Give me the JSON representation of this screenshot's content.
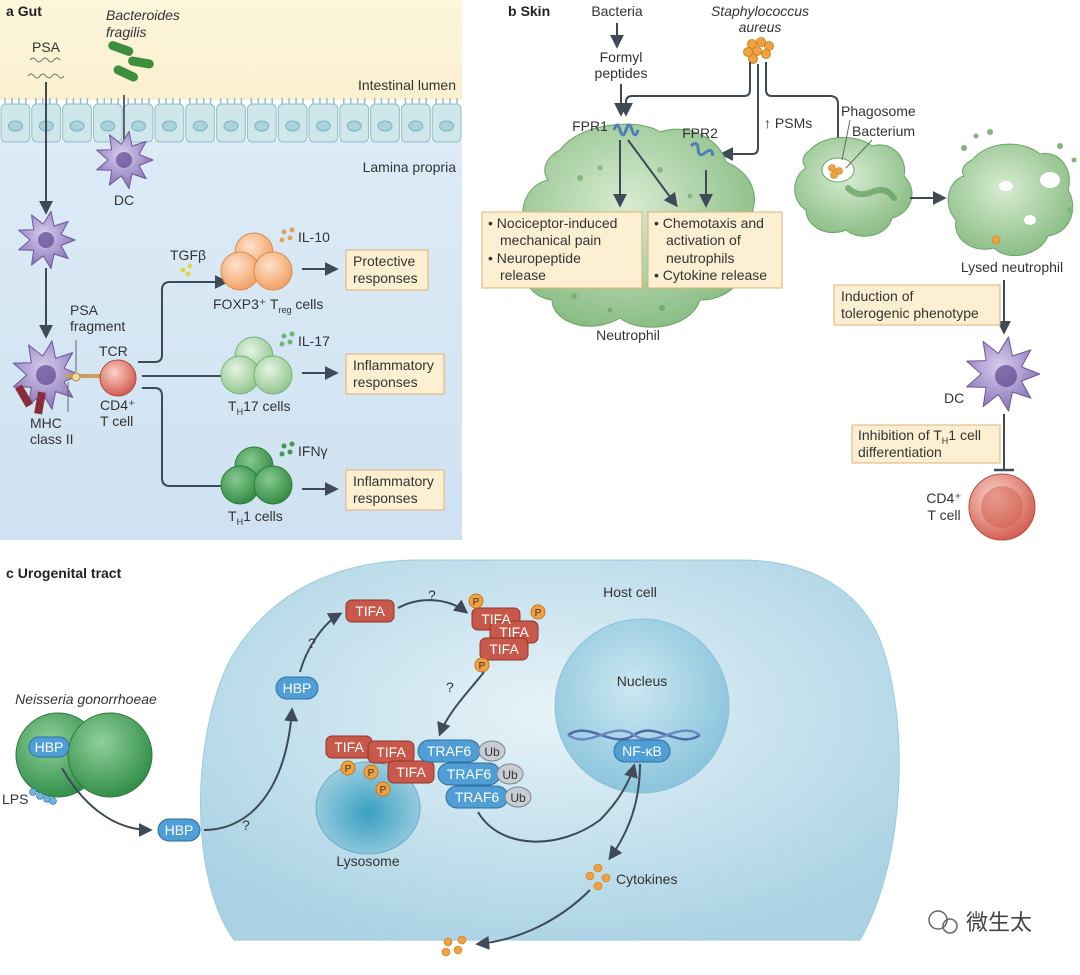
{
  "gut": {
    "panel_letter": "a",
    "panel_title": "Gut",
    "psa": "PSA",
    "bacteria_line1": "Bacteroides",
    "bacteria_line2": "fragilis",
    "lumen": "Intestinal lumen",
    "lamina": "Lamina propria",
    "dc": "DC",
    "tgfb": "TGFβ",
    "il10": "IL-10",
    "il17": "IL-17",
    "ifng": "IFNγ",
    "psa_fragment_1": "PSA",
    "psa_fragment_2": "fragment",
    "tcr": "TCR",
    "cd4_1": "CD4⁺",
    "cd4_2": "T cell",
    "mhc_1": "MHC",
    "mhc_2": "class II",
    "treg_label": "FOXP3⁺ T",
    "treg_sub": "reg",
    "treg_suffix": " cells",
    "th17_T": "T",
    "th17_sub": "H",
    "th17_suffix": "17 cells",
    "th1_T": "T",
    "th1_sub": "H",
    "th1_suffix": "1 cells",
    "protective_1": "Protective",
    "protective_2": "responses",
    "inflam_1": "Inflammatory",
    "inflam_2": "responses"
  },
  "skin": {
    "panel_letter": "b",
    "panel_title": "Skin",
    "bacteria": "Bacteria",
    "staph_1": "Staphylococcus",
    "staph_2": "aureus",
    "formyl_1": "Formyl",
    "formyl_2": "peptides",
    "fpr1": "FPR1",
    "fpr2": "FPR2",
    "psms": "↑ PSMs",
    "phagosome": "Phagosome",
    "bacterium": "Bacterium",
    "box1_l1": "• Nociceptor-induced",
    "box1_l2": "mechanical pain",
    "box1_l3": "• Neuropeptide",
    "box1_l4": "release",
    "box2_l1": "• Chemotaxis and",
    "box2_l2": "activation of",
    "box2_l3": "neutrophils",
    "box2_l4": "• Cytokine release",
    "neutrophil": "Neutrophil",
    "lysed": "Lysed neutrophil",
    "induction_1": "Induction of",
    "induction_2": "tolerogenic phenotype",
    "dc": "DC",
    "inhib_1a": "Inhibition of T",
    "inhib_1sub": "H",
    "inhib_1b": "1 cell",
    "inhib_2": "differentiation",
    "cd4_1": "CD4⁺",
    "cd4_2": "T cell"
  },
  "urogenital": {
    "panel_letter": "c",
    "panel_title": "Urogenital tract",
    "host_cell": "Host cell",
    "nucleus": "Nucleus",
    "neisseria": "Neisseria gonorrhoeae",
    "hbp": "HBP",
    "lps": "LPS",
    "tifa": "TIFA",
    "traf6": "TRAF6",
    "ub": "Ub",
    "p": "P",
    "nfkb": "NF-κB",
    "lysosome": "Lysosome",
    "cytokines": "Cytokines",
    "question": "?"
  },
  "watermark": "微生太",
  "colors": {
    "gut_bg": "#dbeaf5",
    "lumen_bg": "#fdf6dd",
    "box_fill": "#fdf0d2",
    "box_stroke": "#e2b070",
    "neutrophil": "#8fc08a",
    "dc_purple": "#8c79bb",
    "tcell_red": "#d96a5b",
    "treg_orange": "#f7b27c",
    "th17_green": "#9ecf9c",
    "th1_green": "#3f9a4e",
    "host_cell": "#b9dbe9",
    "tifa_red": "#c8584a",
    "traf6_blue": "#4f9fd6",
    "phospho_orange": "#f2a040",
    "arrow": "#3e4a57"
  }
}
